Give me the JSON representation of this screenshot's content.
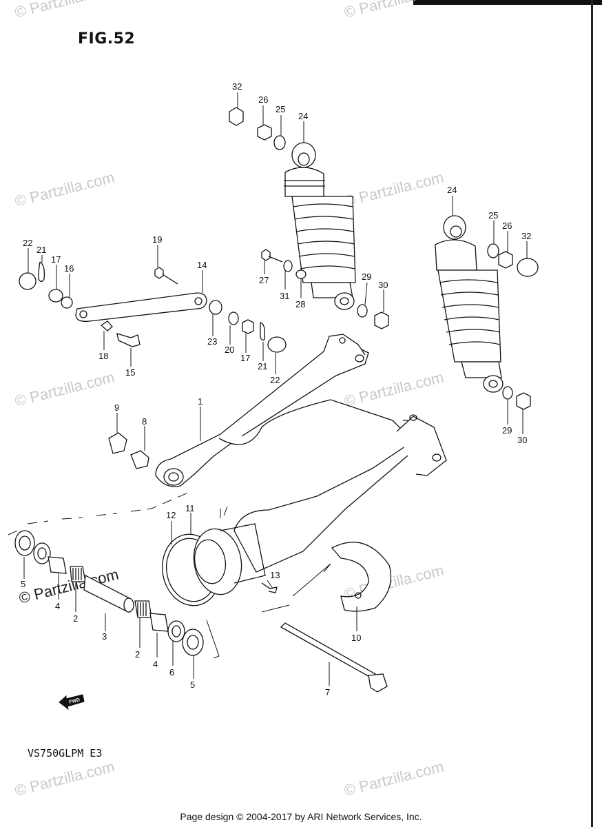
{
  "figure": {
    "title": "FIG.52",
    "model_code": "VS750GLPM E3",
    "footer": "Page design © 2004-2017 by ARI Network Services, Inc.",
    "watermark": "© Partzilla.com",
    "fwd_label": "FWD"
  },
  "callouts": [
    {
      "id": "c32a",
      "label": "32"
    },
    {
      "id": "c26a",
      "label": "26"
    },
    {
      "id": "c25a",
      "label": "25"
    },
    {
      "id": "c24a",
      "label": "24"
    },
    {
      "id": "c24b",
      "label": "24"
    },
    {
      "id": "c25b",
      "label": "25"
    },
    {
      "id": "c26b",
      "label": "26"
    },
    {
      "id": "c32b",
      "label": "32"
    },
    {
      "id": "c22a",
      "label": "22"
    },
    {
      "id": "c21a",
      "label": "21"
    },
    {
      "id": "c17a",
      "label": "17"
    },
    {
      "id": "c16",
      "label": "16"
    },
    {
      "id": "c19",
      "label": "19"
    },
    {
      "id": "c14",
      "label": "14"
    },
    {
      "id": "c27",
      "label": "27"
    },
    {
      "id": "c31",
      "label": "31"
    },
    {
      "id": "c28",
      "label": "28"
    },
    {
      "id": "c29a",
      "label": "29"
    },
    {
      "id": "c30a",
      "label": "30"
    },
    {
      "id": "c18",
      "label": "18"
    },
    {
      "id": "c15",
      "label": "15"
    },
    {
      "id": "c23",
      "label": "23"
    },
    {
      "id": "c20",
      "label": "20"
    },
    {
      "id": "c17b",
      "label": "17"
    },
    {
      "id": "c21b",
      "label": "21"
    },
    {
      "id": "c22b",
      "label": "22"
    },
    {
      "id": "c29b",
      "label": "29"
    },
    {
      "id": "c30b",
      "label": "30"
    },
    {
      "id": "c9",
      "label": "9"
    },
    {
      "id": "c8",
      "label": "8"
    },
    {
      "id": "c1",
      "label": "1"
    },
    {
      "id": "c12",
      "label": "12"
    },
    {
      "id": "c11",
      "label": "11"
    },
    {
      "id": "c13",
      "label": "13"
    },
    {
      "id": "c10",
      "label": "10"
    },
    {
      "id": "c5a",
      "label": "5"
    },
    {
      "id": "c4a",
      "label": "4"
    },
    {
      "id": "c2a",
      "label": "2"
    },
    {
      "id": "c3",
      "label": "3"
    },
    {
      "id": "c2b",
      "label": "2"
    },
    {
      "id": "c4b",
      "label": "4"
    },
    {
      "id": "c6",
      "label": "6"
    },
    {
      "id": "c5b",
      "label": "5"
    },
    {
      "id": "c7",
      "label": "7"
    }
  ]
}
